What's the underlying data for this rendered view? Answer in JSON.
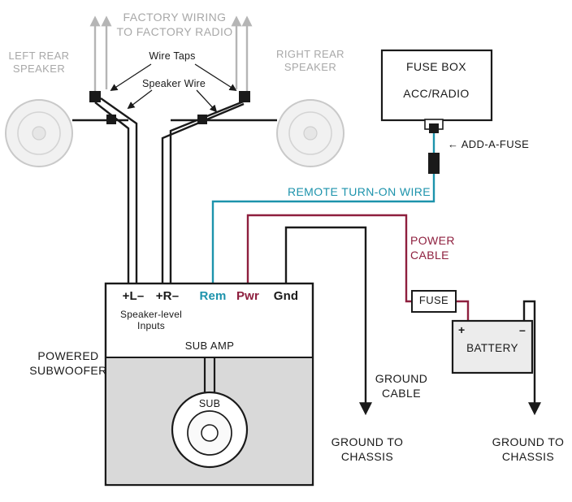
{
  "colors": {
    "wire_black": "#1a1a1a",
    "remote_teal": "#1d93ac",
    "power_maroon": "#8e1f3e",
    "factory_gray": "#a8a8a8",
    "amp_fill": "#d9d9d9"
  },
  "top": {
    "factory_wiring_line1": "FACTORY WIRING",
    "factory_wiring_line2": "TO FACTORY RADIO",
    "wire_taps": "Wire Taps",
    "speaker_wire": "Speaker Wire"
  },
  "speakers": {
    "left_line1": "LEFT REAR",
    "left_line2": "SPEAKER",
    "right_line1": "RIGHT REAR",
    "right_line2": "SPEAKER"
  },
  "fuse_box": {
    "title": "FUSE BOX",
    "subtitle": "ACC/RADIO",
    "add_a_fuse": "← ADD-A-FUSE"
  },
  "wires": {
    "remote": "REMOTE TURN-ON WIRE",
    "power_line1": "POWER",
    "power_line2": "CABLE",
    "ground_line1": "GROUND",
    "ground_line2": "CABLE"
  },
  "fuse": {
    "label": "FUSE"
  },
  "battery": {
    "label": "BATTERY",
    "plus": "+",
    "minus": "–"
  },
  "amp": {
    "terminal_lpos": "+L–",
    "terminal_rpos": "+R–",
    "terminal_rem": "Rem",
    "terminal_pwr": "Pwr",
    "terminal_gnd": "Gnd",
    "inputs_line1": "Speaker-level",
    "inputs_line2": "Inputs",
    "title": "SUB AMP",
    "label_line1": "POWERED",
    "label_line2": "SUBWOOFER",
    "sub": "SUB"
  },
  "grounds": {
    "left_line1": "GROUND TO",
    "left_line2": "CHASSIS",
    "right_line1": "GROUND TO",
    "right_line2": "CHASSIS"
  }
}
